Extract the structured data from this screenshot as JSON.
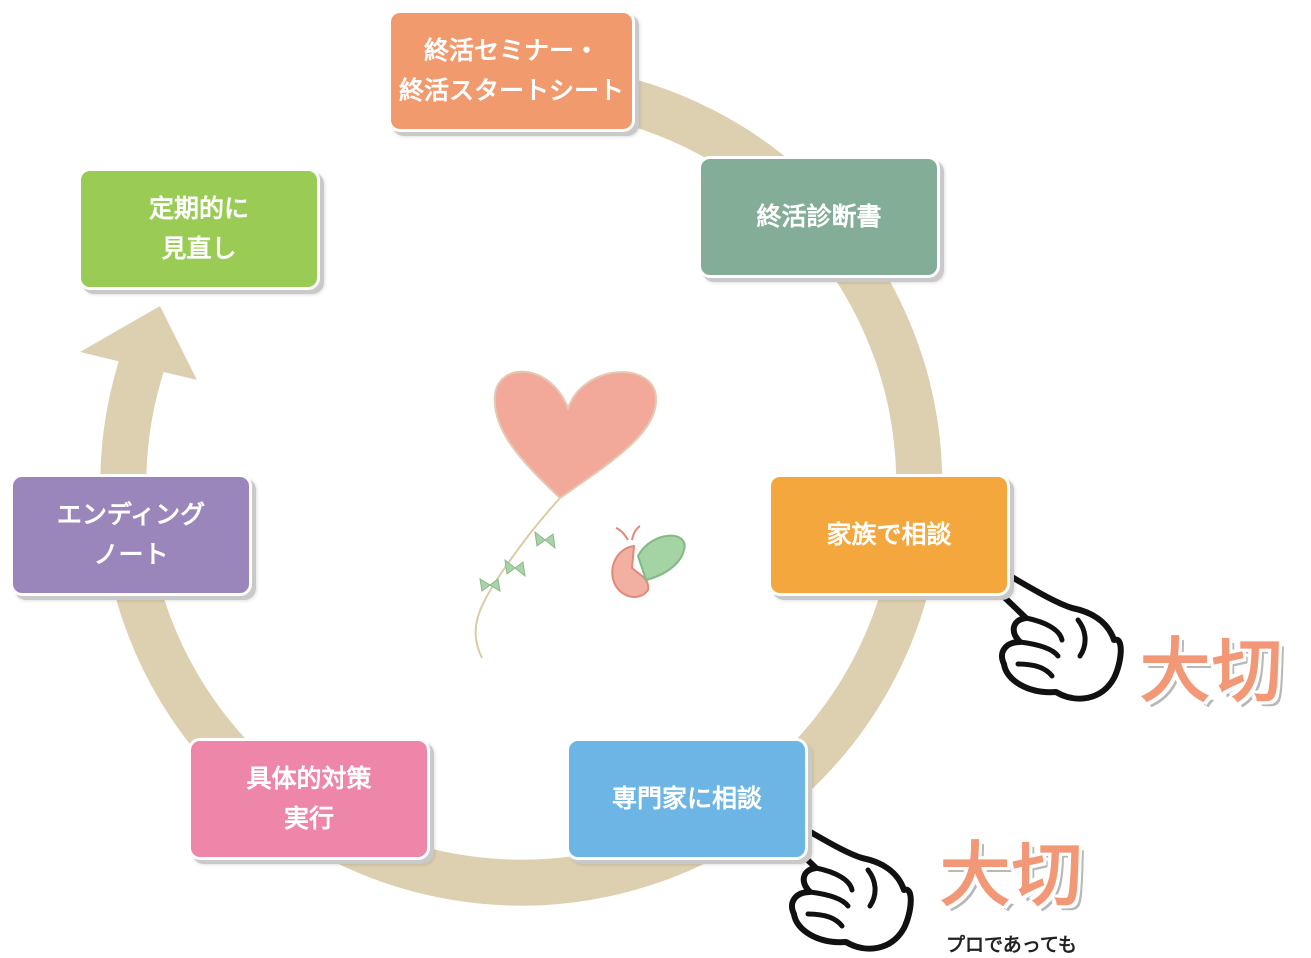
{
  "cycle": {
    "steps": [
      {
        "lines": [
          "終活セミナー・",
          "終活スタートシート"
        ],
        "color": "#f09a6e"
      },
      {
        "lines": [
          "終活診断書"
        ],
        "color": "#83ad97"
      },
      {
        "lines": [
          "家族で相談"
        ],
        "color": "#f3a73c"
      },
      {
        "lines": [
          "専門家に相談"
        ],
        "color": "#6cb5e4"
      },
      {
        "lines": [
          "具体的対策",
          "実行"
        ],
        "color": "#ee86aa"
      },
      {
        "lines": [
          "エンディング",
          "ノート"
        ],
        "color": "#9a86ba"
      },
      {
        "lines": [
          "定期的に",
          "見直し"
        ],
        "color": "#9acc55"
      }
    ],
    "ring_color": "#ddd0b0"
  },
  "emphasis": {
    "family": {
      "label": "大切"
    },
    "expert": {
      "label": "大切",
      "note": "プロであっても"
    },
    "color": "#f29876"
  }
}
